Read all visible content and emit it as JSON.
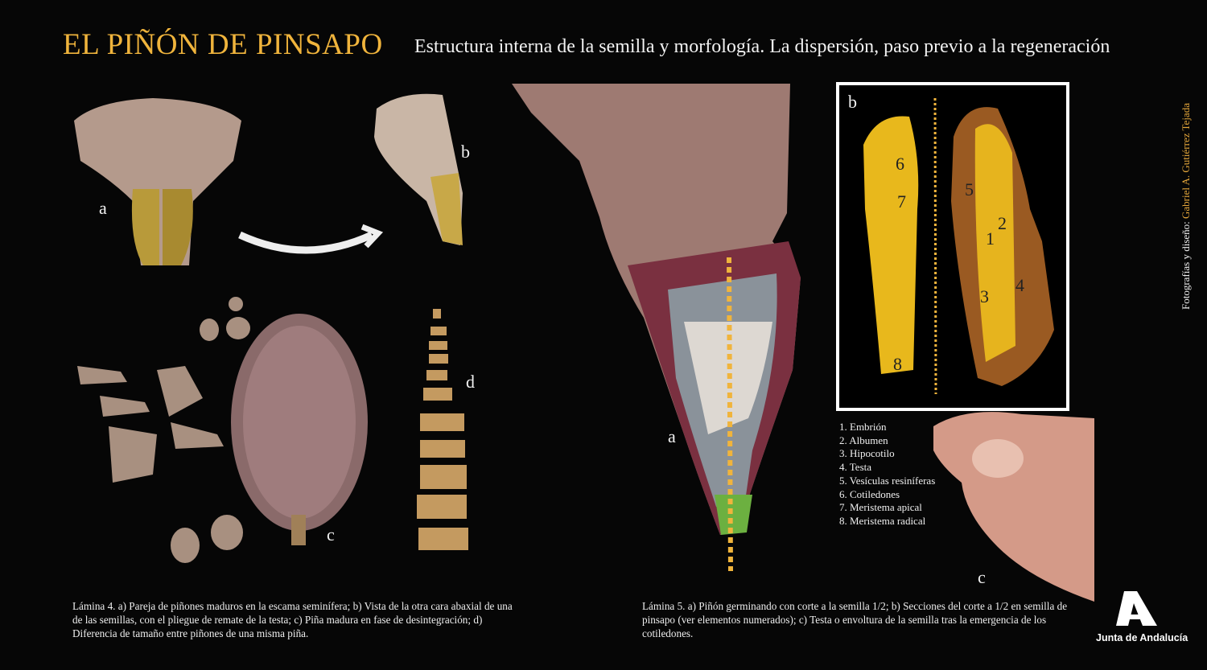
{
  "header": {
    "title": "EL PIÑÓN DE PINSAPO",
    "subtitle": "Estructura interna de la semilla y morfología. La dispersión, paso previo a la regeneración"
  },
  "credit": {
    "prefix": "Fotografías y diseño: ",
    "name": "Gabriel A. Gutiérrez Tejada"
  },
  "lamina4": {
    "labels": {
      "a": "a",
      "b": "b",
      "c": "c",
      "d": "d"
    },
    "caption": "Lámina 4. a) Pareja de piñones maduros en la escama seminífera; b) Vista de la otra cara abaxial de una de las semillas, con el pliegue de remate de la testa; c) Piña madura en fase de desintegración; d) Diferencia de tamaño entre piñones de una misma piña."
  },
  "lamina5": {
    "labels": {
      "a": "a",
      "b": "b",
      "c": "c"
    },
    "numbers": [
      "1",
      "2",
      "3",
      "4",
      "5",
      "6",
      "7",
      "8"
    ],
    "caption": "Lámina 5. a) Piñón germinando con corte a la semilla 1/2; b) Secciones del corte a 1/2 en semilla de pinsapo (ver elementos numerados); c) Testa o envoltura de la semilla tras la emergencia de los cotiledones."
  },
  "legend": [
    "1. Embrión",
    "2. Albumen",
    "3. Hipocotilo",
    "4. Testa",
    "5. Vesículas resiníferas",
    "6. Cotiledones",
    "7. Meristema apical",
    "8. Meristema radical"
  ],
  "logo": {
    "text": "Junta de Andalucía"
  },
  "colors": {
    "accent": "#f0b43c",
    "background": "#060606"
  }
}
